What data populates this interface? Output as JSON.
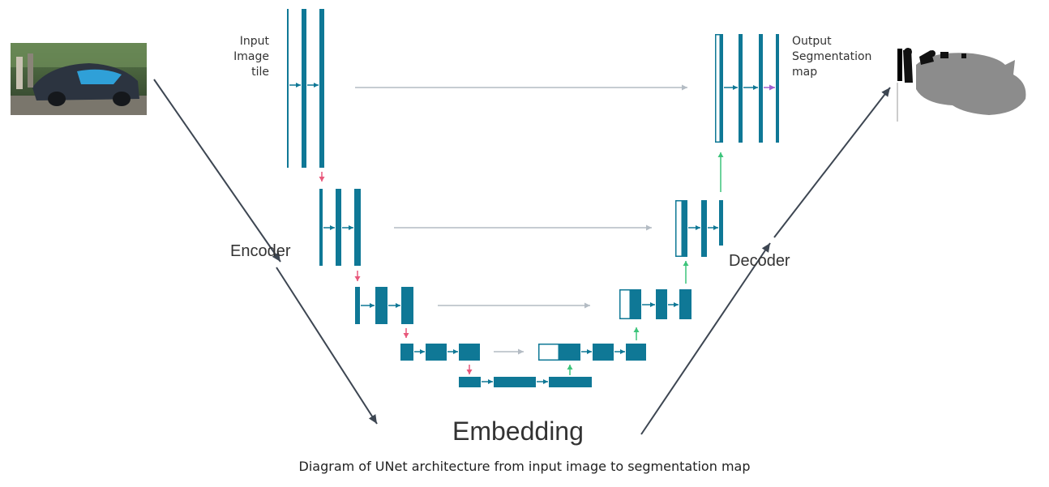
{
  "labels": {
    "input": [
      "Input",
      "Image",
      "tile"
    ],
    "output": [
      "Output",
      "Segmentation",
      "map"
    ],
    "encoder": "Encoder",
    "decoder": "Decoder",
    "embedding": "Embedding",
    "caption": "Diagram of UNet architecture from input image to segmentation map"
  },
  "colors": {
    "block": "#0f7896",
    "skip": "#b4bcc4",
    "down": "#e8577a",
    "up": "#3cc47a",
    "final": "#a060d0",
    "line": "#3d4652"
  }
}
